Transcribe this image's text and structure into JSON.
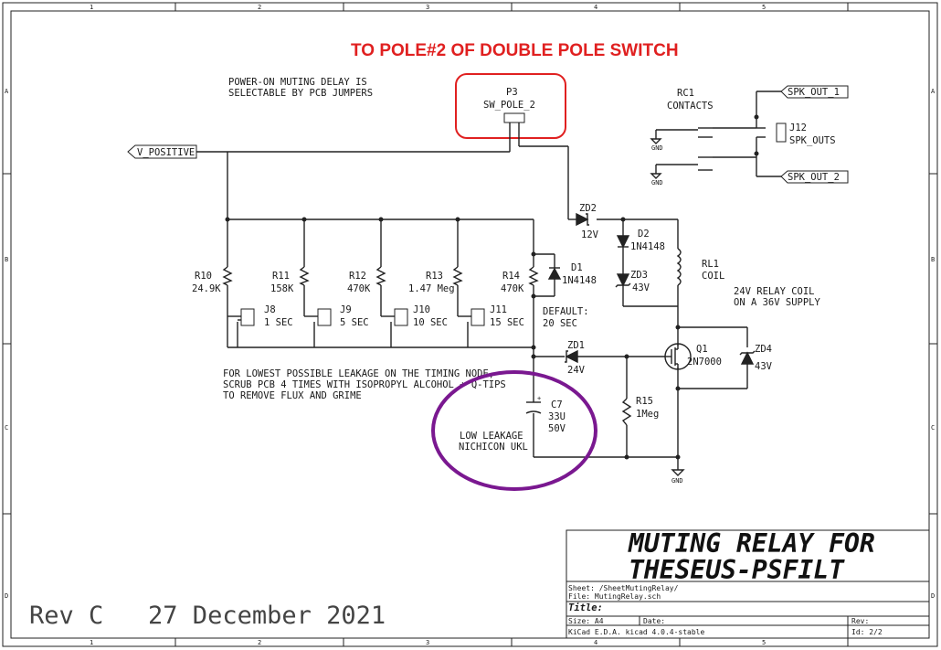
{
  "frame": {
    "col_labels": [
      "1",
      "2",
      "3",
      "4",
      "5"
    ],
    "row_labels": [
      "A",
      "B",
      "C",
      "D"
    ]
  },
  "header_note": "TO POLE#2 OF DOUBLE POLE SWITCH",
  "notes": {
    "muting_delay_1": "POWER-ON MUTING DELAY IS",
    "muting_delay_2": "SELECTABLE BY PCB JUMPERS",
    "leakage_1": "FOR LOWEST POSSIBLE LEAKAGE ON THE TIMING NODE,",
    "leakage_2": "SCRUB PCB 4 TIMES WITH ISOPROPYL ALCOHOL + Q-TIPS",
    "leakage_3": "TO REMOVE FLUX AND GRIME",
    "cap_note_1": "LOW LEAKAGE",
    "cap_note_2": "NICHICON UKL",
    "relay_note_1": "24V RELAY COIL",
    "relay_note_2": "ON A 36V SUPPLY",
    "default_1": "DEFAULT:",
    "default_2": "20 SEC"
  },
  "labels": {
    "v_positive": "V_POSITIVE",
    "spk_out_1": "SPK_OUT_1",
    "spk_out_2": "SPK_OUT_2",
    "gnd": "GND"
  },
  "components": {
    "p3_ref": "P3",
    "p3_val": "SW_POLE_2",
    "rc1_ref": "RC1",
    "rc1_val": "CONTACTS",
    "j12_ref": "J12",
    "j12_val": "SPK_OUTS",
    "zd2_ref": "ZD2",
    "zd2_val": "12V",
    "d2_ref": "D2",
    "d2_val": "1N4148",
    "zd3_ref": "ZD3",
    "zd3_val": "43V",
    "rl1_ref": "RL1",
    "rl1_val": "COIL",
    "d1_ref": "D1",
    "d1_val": "1N4148",
    "r10_ref": "R10",
    "r10_val": "24.9K",
    "r11_ref": "R11",
    "r11_val": "158K",
    "r12_ref": "R12",
    "r12_val": "470K",
    "r13_ref": "R13",
    "r13_val": "1.47 Meg",
    "r14_ref": "R14",
    "r14_val": "470K",
    "j8_ref": "J8",
    "j8_val": "1 SEC",
    "j9_ref": "J9",
    "j9_val": "5 SEC",
    "j10_ref": "J10",
    "j10_val": "10 SEC",
    "j11_ref": "J11",
    "j11_val": "15 SEC",
    "zd1_ref": "ZD1",
    "zd1_val": "24V",
    "q1_ref": "Q1",
    "q1_val": "2N7000",
    "zd4_ref": "ZD4",
    "zd4_val": "43V",
    "c7_ref": "C7",
    "c7_val": "33U",
    "c7_v": "50V",
    "r15_ref": "R15",
    "r15_val": "1Meg"
  },
  "title_block": {
    "title_line1": "MUTING RELAY FOR",
    "title_line2": "THESEUS-PSFILT",
    "sheet": "Sheet: /SheetMutingRelay/",
    "file": "File: MutingRelay.sch",
    "title_label": "Title:",
    "size": "Size: A4",
    "date": "Date:",
    "rev": "Rev:",
    "kicad": "KiCad E.D.A.  kicad 4.0.4-stable",
    "id": "Id: 2/2"
  },
  "revision": "Rev C   27 December 2021",
  "colors": {
    "accent_red": "#e02020",
    "circle_purple": "#7a1890"
  }
}
